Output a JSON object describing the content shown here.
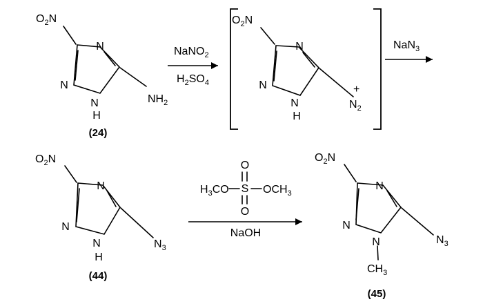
{
  "compounds": [
    {
      "id": "(24)"
    },
    {
      "id": "(44)"
    },
    {
      "id": "(45)"
    }
  ],
  "atoms": {
    "nitro": "O2N",
    "n": "N",
    "h": "H",
    "nh2": "NH2",
    "diazonium": "N2",
    "plus": "+",
    "azide": "N3",
    "methyl": "CH3"
  },
  "reagents": {
    "step1_top": "NaNO2",
    "step1_bottom": "H2SO4",
    "step2_top": "NaN3",
    "step3_left": "H3CO",
    "step3_right": "OCH3",
    "step3_s": "S",
    "step3_o": "O",
    "step3_bottom": "NaOH"
  }
}
